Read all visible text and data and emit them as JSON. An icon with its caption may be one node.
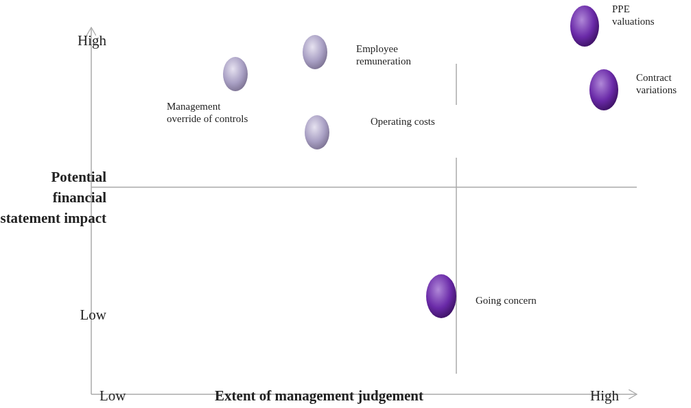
{
  "diagram": {
    "nodes": [
      {
        "text": [],
        "shape": "circle",
        "beside": [
          "PPE valuations"
        ]
      },
      {
        "text": [],
        "shape": "circle",
        "beside": [
          "Employee remuneration"
        ]
      },
      {
        "text": [],
        "shape": "circle",
        "beside": [
          "Management override of controls"
        ]
      },
      {
        "text": [],
        "shape": "circle",
        "beside": [
          "Contract variations"
        ]
      },
      {
        "text": [],
        "shape": "circle",
        "beside": [
          "Operating costs"
        ]
      },
      {
        "text": [],
        "shape": "circle",
        "beside": [
          "Going concern"
        ]
      }
    ],
    "edges": [],
    "labels": [
      "High",
      "Potential financial statement impact",
      "Low",
      "Low",
      "Extent of management judgement",
      "High"
    ]
  }
}
